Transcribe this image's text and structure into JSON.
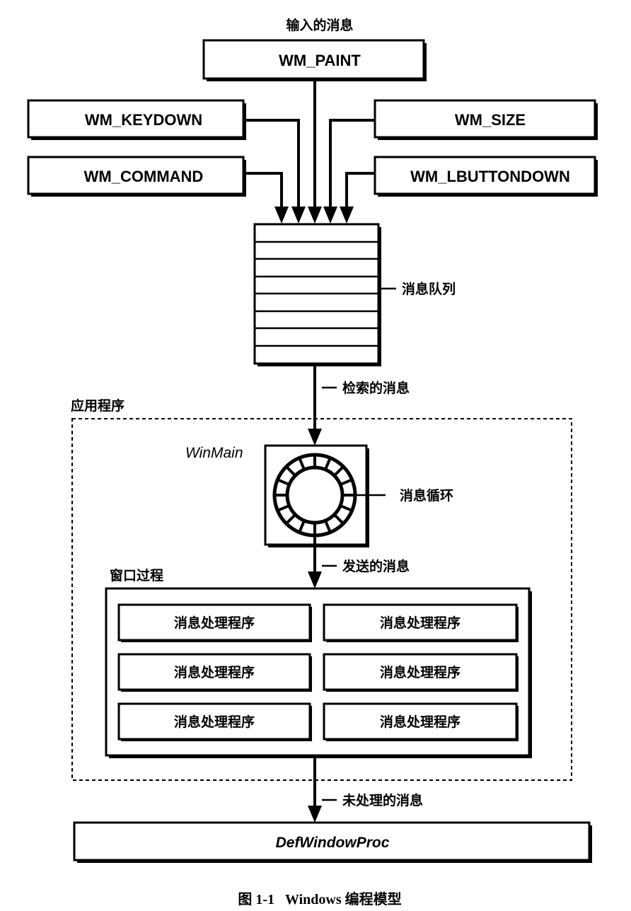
{
  "input_label": "输入的消息",
  "messages": {
    "paint": "WM_PAINT",
    "keydown": "WM_KEYDOWN",
    "size": "WM_SIZE",
    "command": "WM_COMMAND",
    "lbuttondown": "WM_LBUTTONDOWN"
  },
  "queue_label": "消息队列",
  "retrieved_label": "检索的消息",
  "application_label": "应用程序",
  "winmain_label": "WinMain",
  "loop_label": "消息循环",
  "dispatched_label": "发送的消息",
  "window_proc_label": "窗口过程",
  "handlers": [
    "消息处理程序",
    "消息处理程序",
    "消息处理程序",
    "消息处理程序",
    "消息处理程序",
    "消息处理程序"
  ],
  "unprocessed_label": "未处理的消息",
  "defwindowproc_label": "DefWindowProc",
  "caption": "图 1-1   Windows 编程模型"
}
